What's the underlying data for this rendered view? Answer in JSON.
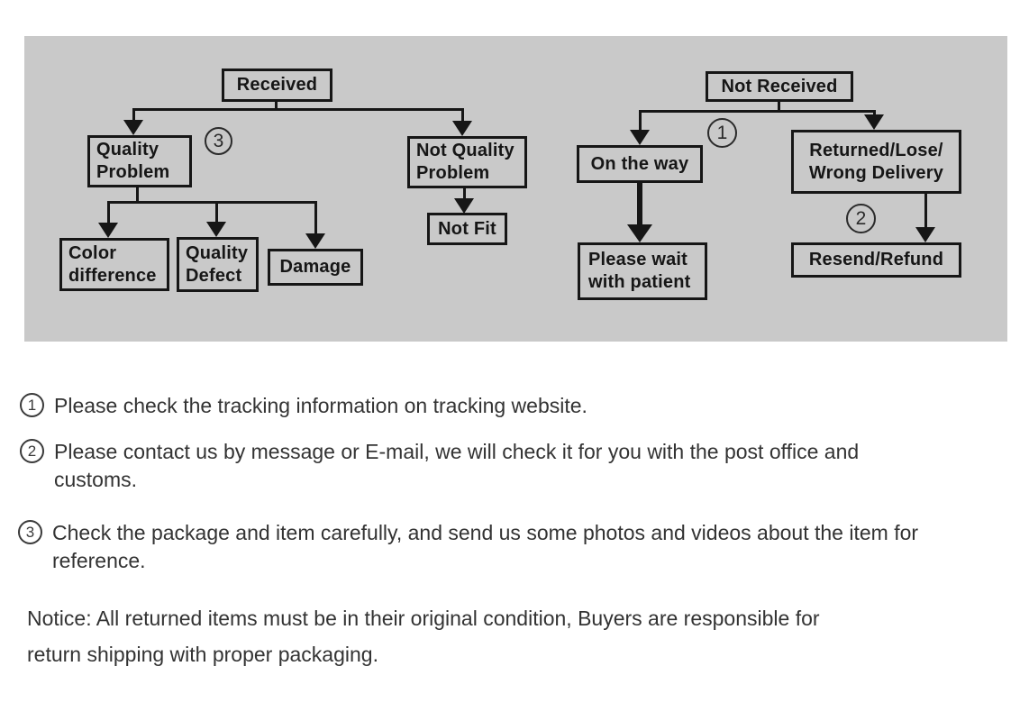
{
  "flowchart": {
    "colors": {
      "panel_bg": "#c9c9c9",
      "line": "#161616",
      "box_border": "#161616",
      "box_text": "#161616"
    },
    "nodes": {
      "received": "Received",
      "quality_problem": "Quality\nProblem",
      "not_quality_problem": "Not Quality\nProblem",
      "not_fit": "Not Fit",
      "color_difference": "Color\ndifference",
      "quality_defect": "Quality\nDefect",
      "damage": "Damage",
      "not_received": "Not Received",
      "on_the_way": "On the way",
      "please_wait": "Please wait\nwith patient",
      "returned": "Returned/Lose/\nWrong Delivery",
      "resend_refund": "Resend/Refund"
    },
    "markers": {
      "one": "1",
      "two": "2",
      "three": "3"
    }
  },
  "notes": [
    {
      "num": "1",
      "text": "Please check the tracking information on tracking website."
    },
    {
      "num": "2",
      "text": "Please contact us by message or E-mail, we will check it for you with the post office and\ncustoms."
    },
    {
      "num": "3",
      "text": "Check the package and item carefully, and send us some photos and videos about the item for\nreference."
    }
  ],
  "notice": "Notice: All returned items must be in their original condition, Buyers are responsible for\nreturn shipping with proper packaging."
}
